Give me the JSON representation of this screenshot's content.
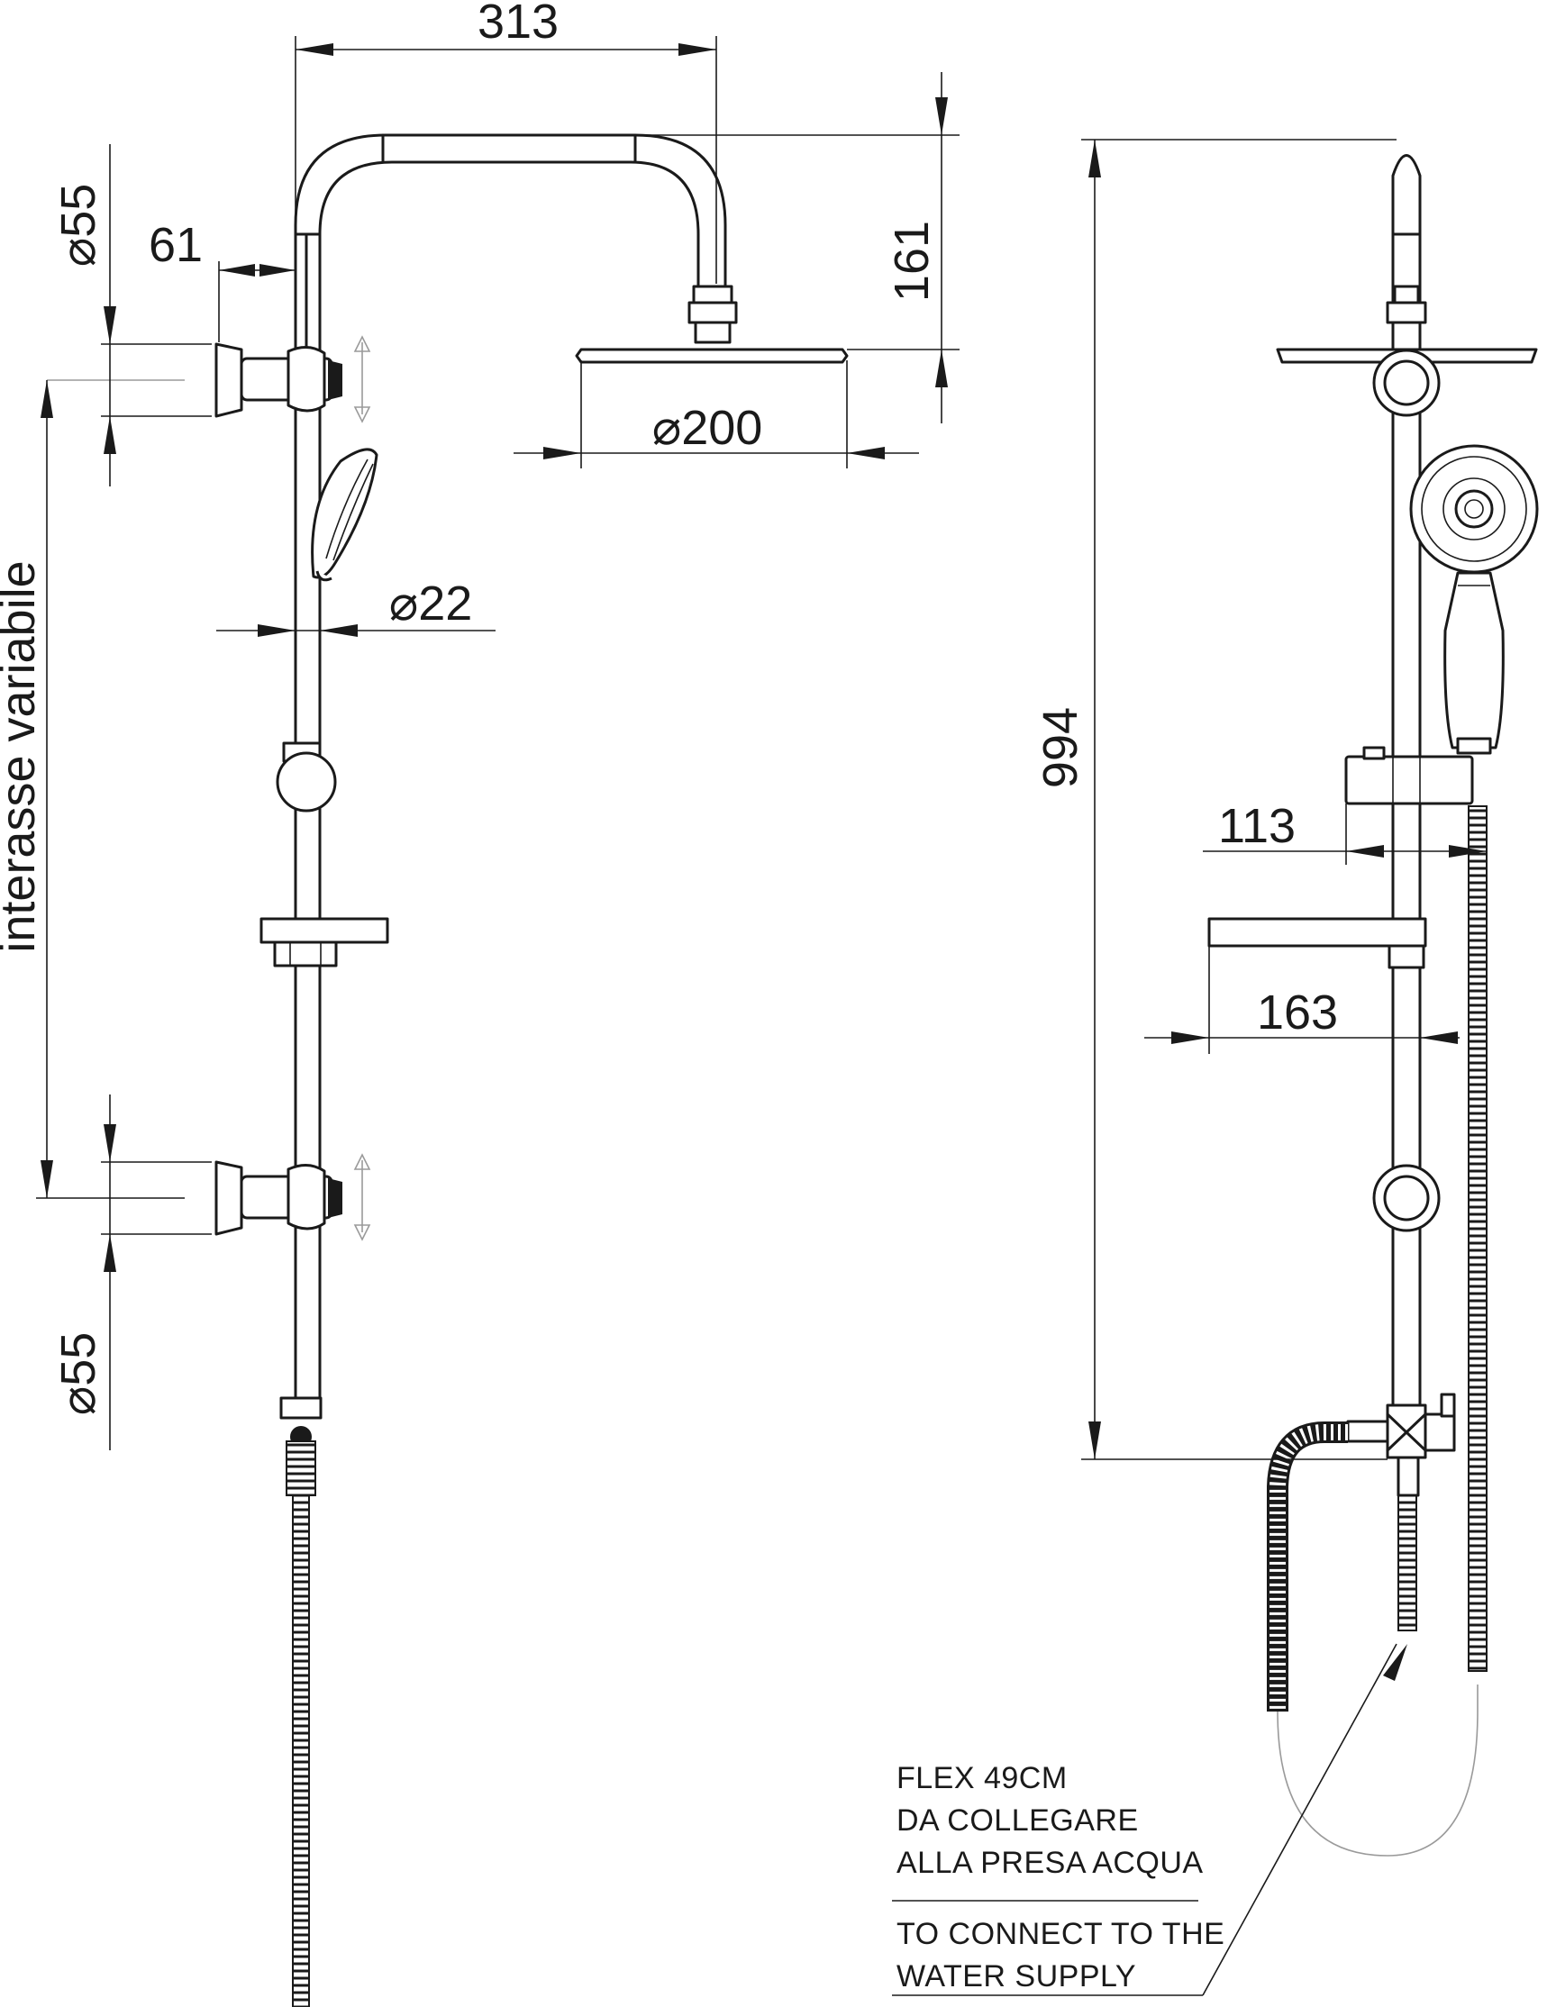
{
  "dimensions": {
    "arm_reach": "313",
    "arm_drop": "161",
    "wall_bracket_dia_top": "⌀55",
    "wall_bracket_depth": "61",
    "head_dia": "⌀200",
    "bar_dia": "⌀22",
    "wall_bracket_dia_bottom": "⌀55",
    "centres_label": "interasse variabile",
    "overall_height": "994",
    "slider_projection": "113",
    "shelf_projection": "163"
  },
  "note": {
    "it_line1": "FLEX 49CM",
    "it_line2": "DA COLLEGARE",
    "it_line3": "ALLA PRESA ACQUA",
    "en_line1": "TO CONNECT TO THE",
    "en_line2": "WATER SUPPLY"
  }
}
